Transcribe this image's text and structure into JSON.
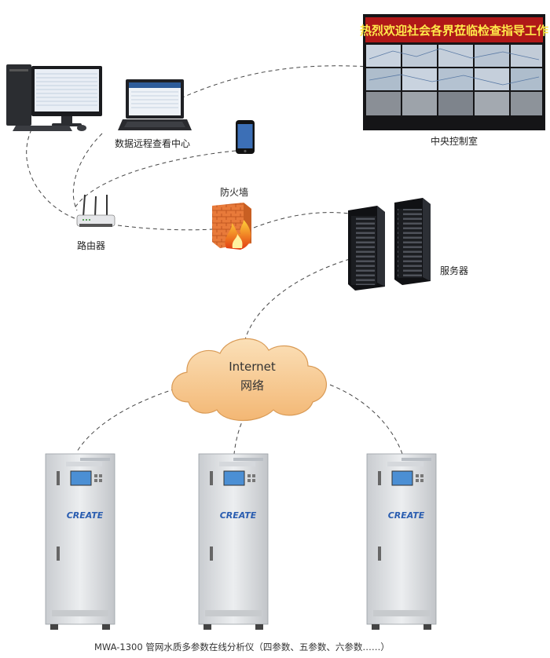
{
  "nodes": {
    "remote_center": "数据远程查看中心",
    "control_room": "中央控制室",
    "firewall": "防火墙",
    "router": "路由器",
    "server": "服务器",
    "internet_line1": "Internet",
    "internet_line2": "网络"
  },
  "video_wall": {
    "banner": "热烈欢迎社会各界莅临检查指导工作"
  },
  "analyzer": {
    "brand": "CREATE",
    "caption": "MWA-1300 管网水质多参数在线分析仪（四参数、五参数、六参数……）"
  },
  "colors": {
    "cloud_fill": "#f6c98f",
    "cloud_stroke": "#d99a55",
    "link_line": "#444444",
    "brand_blue": "#2a5db0",
    "banner_red": "#b01818"
  }
}
